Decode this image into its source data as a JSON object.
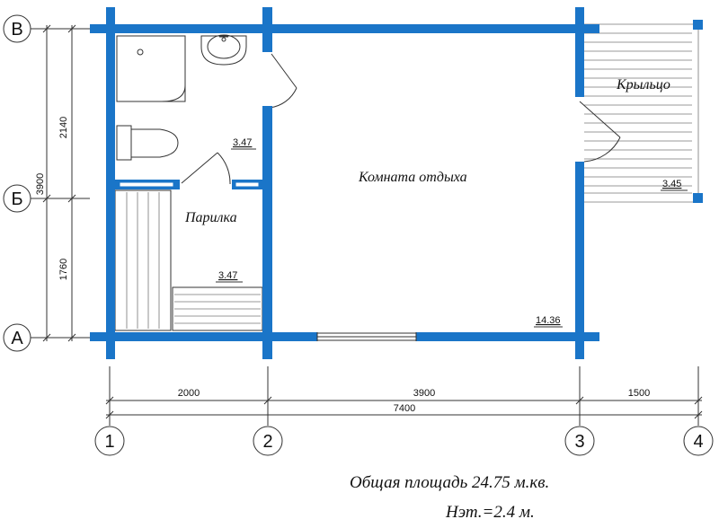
{
  "rooms": {
    "rest_room": "Комната отдыха",
    "steam_room": "Парилка",
    "porch": "Крыльцо"
  },
  "areas": {
    "bathroom": "3.47",
    "steam_room": "3.47",
    "rest_room": "14.36",
    "porch": "3.45"
  },
  "axes_letters": {
    "v": "В",
    "b": "Б",
    "a": "А"
  },
  "axes_numbers": {
    "n1": "1",
    "n2": "2",
    "n3": "3",
    "n4": "4"
  },
  "dims_vertical": {
    "upper": "2140",
    "lower": "1760",
    "total": "3900"
  },
  "dims_horizontal": {
    "seg1": "2000",
    "seg2": "3900",
    "seg3": "1500",
    "total": "7400"
  },
  "notes": {
    "total_area": "Общая площадь 24.75 м.кв.",
    "height": "Нэт.=2.4 м."
  },
  "colors": {
    "wall": "#1a75c8"
  }
}
